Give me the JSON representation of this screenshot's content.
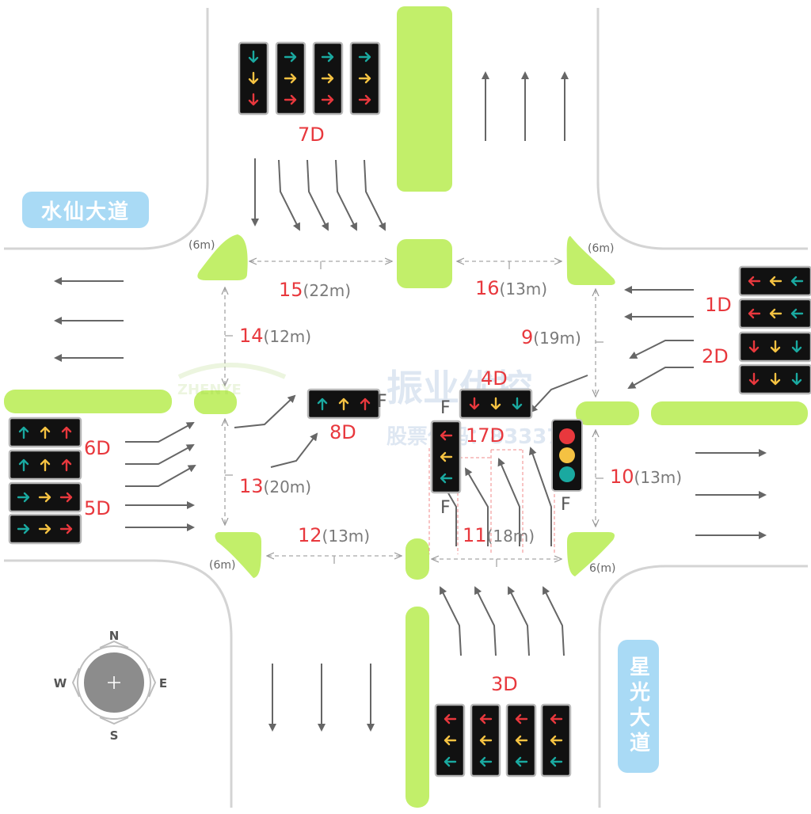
{
  "roads": {
    "horizontal": "水仙大道",
    "vertical": "星光大道"
  },
  "compass": {
    "n": "N",
    "s": "S",
    "e": "E",
    "w": "W"
  },
  "signal_groups": {
    "g1d": "1D",
    "g2d": "2D",
    "g3d": "3D",
    "g4d": "4D",
    "g5d": "5D",
    "g6d": "6D",
    "g7d": "7D",
    "g8d": "8D",
    "g17d": "17D"
  },
  "flash_label": "F",
  "crosswalks": {
    "c9": {
      "num": "9",
      "len": "(19m)"
    },
    "c10": {
      "num": "10",
      "len": "(13m)"
    },
    "c11": {
      "num": "11",
      "len": "(18m)"
    },
    "c12": {
      "num": "12",
      "len": "(13m)"
    },
    "c13": {
      "num": "13",
      "len": "(20m)"
    },
    "c14": {
      "num": "14",
      "len": "(12m)"
    },
    "c15": {
      "num": "15",
      "len": "(22m)"
    },
    "c16": {
      "num": "16",
      "len": "(13m)"
    }
  },
  "islands": {
    "nw": "(6m)",
    "ne": "(6m)",
    "sw": "(6m)",
    "se": "6(m)"
  },
  "watermark": {
    "brand": "振业优控",
    "sub": "股票代码：833376",
    "logo": "ZHENYE"
  },
  "colors": {
    "island": "#c2ef6a",
    "signal_red": "#e8383d",
    "signal_yellow": "#f5c242",
    "signal_teal": "#1aa9a0",
    "label_red": "#e8383d",
    "road_label_bg": "#a9daf5"
  }
}
